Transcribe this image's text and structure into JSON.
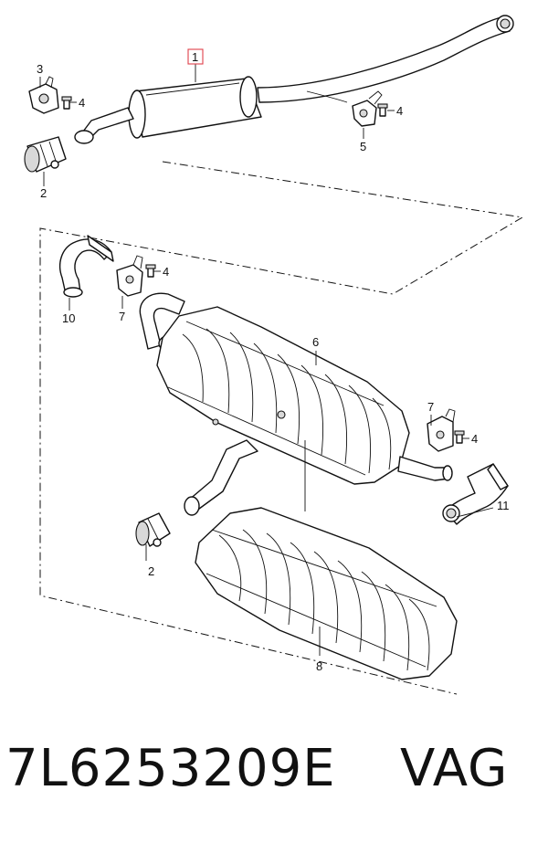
{
  "diagram": {
    "callouts": {
      "c1": "1",
      "c2a": "2",
      "c2b": "2",
      "c3": "3",
      "c4a": "4",
      "c4b": "4",
      "c4c": "4",
      "c4d": "4",
      "c5": "5",
      "c6": "6",
      "c7a": "7",
      "c7b": "7",
      "c8": "8",
      "c10": "10",
      "c11": "11"
    },
    "highlight_color": "#e0404a"
  },
  "footer": {
    "part_number": "7L6253209E",
    "brand": "VAG"
  }
}
